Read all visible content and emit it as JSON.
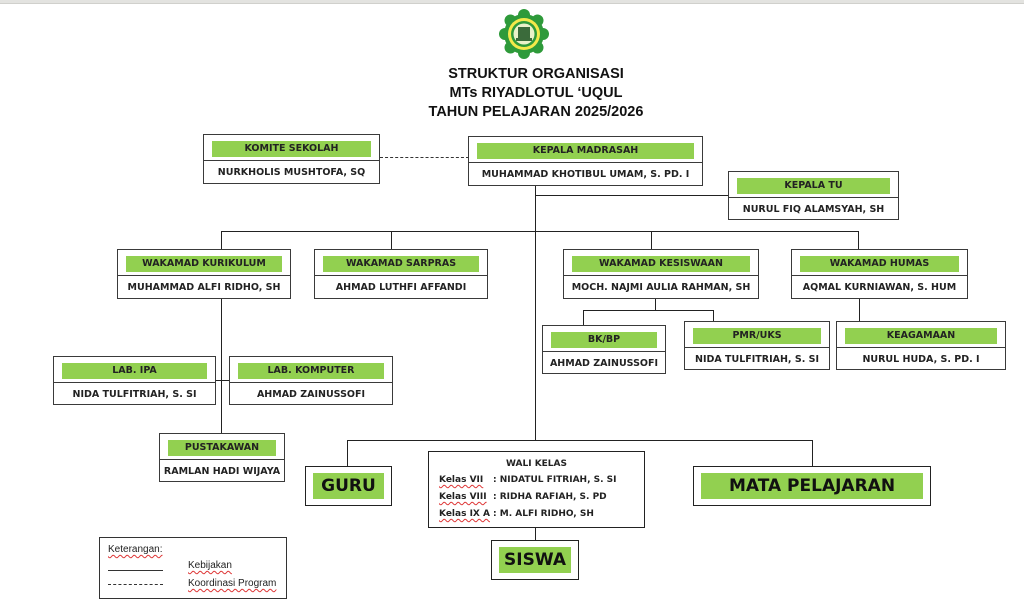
{
  "header": {
    "logo": "school-emblem-icon",
    "title_lines": [
      "STRUKTUR ORGANISASI",
      "MTs RIYADLOTUL ‘UQUL",
      "TAHUN PELAJARAN 2025/2026"
    ]
  },
  "colors": {
    "header_fill": "#92d050",
    "border": "#3a3a3a",
    "line": "#222222"
  },
  "nodes": {
    "komite": {
      "role": "KOMITE SEKOLAH",
      "name": "NURKHOLIS MUSHTOFA, SQ"
    },
    "kepala_madrasah": {
      "role": "KEPALA MADRASAH",
      "name": "MUHAMMAD KHOTIBUL UMAM, S. PD. I"
    },
    "kepala_tu": {
      "role": "KEPALA TU",
      "name": "NURUL FIQ ALAMSYAH, SH"
    },
    "wakamad_kurikulum": {
      "role": "WAKAMAD KURIKULUM",
      "name": "MUHAMMAD ALFI RIDHO, SH"
    },
    "wakamad_sarpras": {
      "role": "WAKAMAD SARPRAS",
      "name": "AHMAD LUTHFI AFFANDI"
    },
    "wakamad_kesiswaan": {
      "role": "WAKAMAD KESISWAAN",
      "name": "MOCH. NAJMI AULIA RAHMAN, SH"
    },
    "wakamad_humas": {
      "role": "WAKAMAD HUMAS",
      "name": "AQMAL KURNIAWAN, S. HUM"
    },
    "bk_bp": {
      "role": "BK/BP",
      "name": "AHMAD ZAINUSSOFI"
    },
    "pmr_uks": {
      "role": "PMR/UKS",
      "name": "NIDA TULFITRIAH, S. SI"
    },
    "keagamaan": {
      "role": "KEAGAMAAN",
      "name": "NURUL HUDA, S. PD. I"
    },
    "lab_ipa": {
      "role": "LAB. IPA",
      "name": "NIDA TULFITRIAH, S. SI"
    },
    "lab_komputer": {
      "role": "LAB. KOMPUTER",
      "name": "AHMAD ZAINUSSOFI"
    },
    "pustakawan": {
      "role": "PUSTAKAWAN",
      "name": "RAMLAN HADI WIJAYA"
    }
  },
  "guru": "GURU",
  "mata_pelajaran": "MATA PELAJARAN",
  "siswa": "SISWA",
  "wali_kelas": {
    "title": "WALI KELAS",
    "rows": [
      {
        "kelas": "Kelas VII",
        "name": ": NIDATUL FITRIAH, S. SI"
      },
      {
        "kelas": "Kelas VIII",
        "name": ": RIDHA RAFIAH, S. PD"
      },
      {
        "kelas": "Kelas IX A",
        "name": ": M. ALFI RIDHO, SH"
      }
    ]
  },
  "legend": {
    "title": "Keterangan:",
    "items": [
      {
        "line": "solid",
        "label": "Kebijakan"
      },
      {
        "line": "dashed",
        "label": "Koordinasi Program"
      }
    ]
  }
}
